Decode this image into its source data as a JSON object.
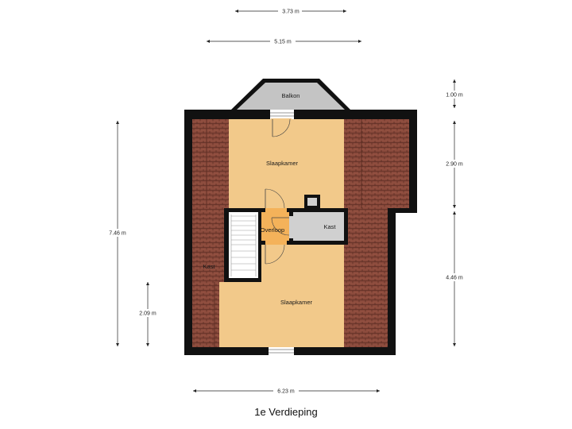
{
  "floor_title": "1e Verdieping",
  "rooms": {
    "balkon": "Balkon",
    "slaapkamer_top": "Slaapkamer",
    "slaapkamer_bottom": "Slaapkamer",
    "overloop": "Overloop",
    "kast_right": "Kast",
    "kast_left": "Kast"
  },
  "dimensions": {
    "top_inner": "3.73 m",
    "top_outer": "5.15 m",
    "bottom": "6.23 m",
    "left_total": "7.46 m",
    "left_partial": "2.09 m",
    "right_balcony": "1.00 m",
    "right_upper": "2.90 m",
    "right_lower": "4.46 m"
  },
  "colors": {
    "wall": "#111111",
    "room_fill": "#f2c98a",
    "roof_tile": "#8a4a3c",
    "balcony_fill": "#c4c4c4",
    "kast_fill": "#d0d0d0",
    "overloop_fill": "#f4b25a"
  }
}
